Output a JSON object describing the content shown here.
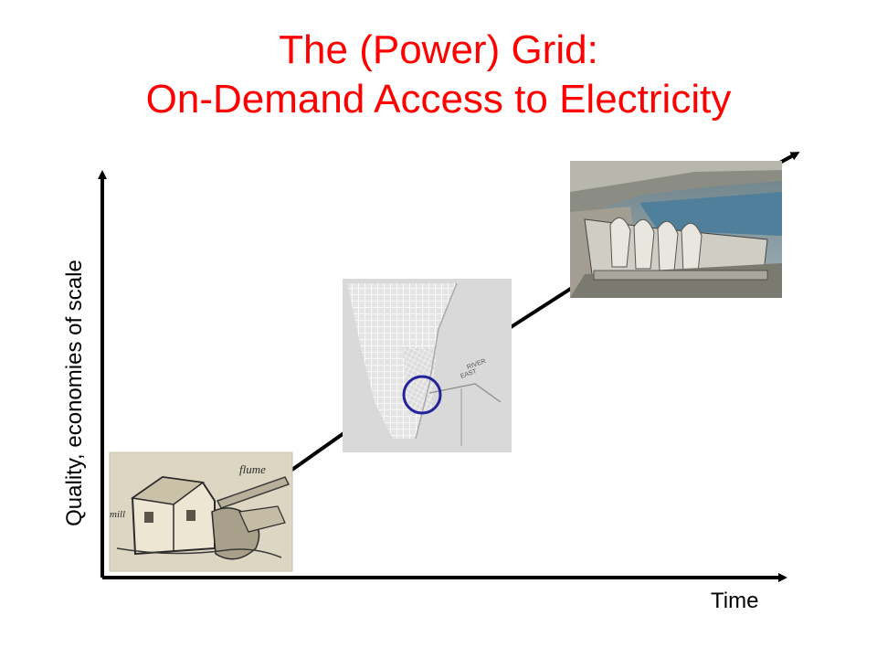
{
  "slide": {
    "title_line1": "The (Power) Grid:",
    "title_line2": "On-Demand Access to Electricity",
    "ylabel": "Quality, economies of scale",
    "xlabel": "Time",
    "title_color": "#ff0000"
  },
  "mill_sketch": {
    "text_flume": "flume",
    "text_mill": "mill"
  },
  "city_map": {
    "text_east": "EAST",
    "text_river": "RIVER",
    "highlight_color": "#23239a"
  },
  "icons": {
    "mill": "water-mill-sketch",
    "map": "city-grid-map",
    "dam": "hydroelectric-dam-photo"
  }
}
